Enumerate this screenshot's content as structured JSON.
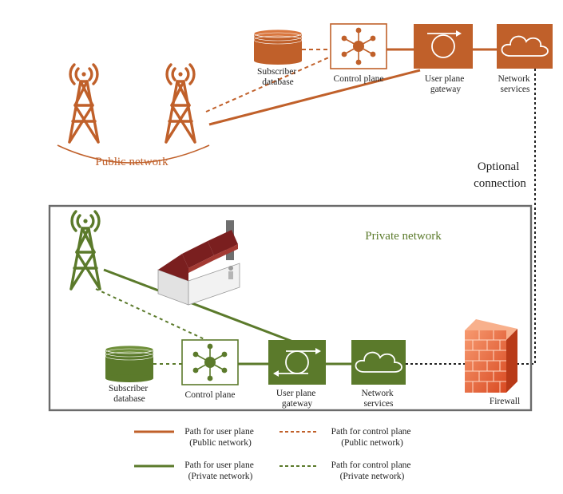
{
  "colors": {
    "public": "#c0602a",
    "private": "#5b7a2b",
    "frame": "#6b6b6b",
    "link": "#222222",
    "factory_roof": "#7a1f1f",
    "firewall": "#e8643c"
  },
  "public": {
    "network_label": "Public network",
    "subscriber_db": [
      "Subscriber",
      "database"
    ],
    "control_plane": "Control plane",
    "user_plane_gateway": [
      "User plane",
      "gateway"
    ],
    "network_services": [
      "Network",
      "services"
    ]
  },
  "optional_connection": [
    "Optional",
    "connection"
  ],
  "private": {
    "network_label": "Private network",
    "subscriber_db": [
      "Subscriber",
      "database"
    ],
    "control_plane": "Control plane",
    "user_plane_gateway": [
      "User plane",
      "gateway"
    ],
    "network_services": [
      "Network",
      "services"
    ],
    "firewall": "Firewall"
  },
  "legend": {
    "public_user": [
      "Path for user plane",
      "(Public network)"
    ],
    "public_control": [
      "Path for control plane",
      "(Public network)"
    ],
    "private_user": [
      "Path for user plane",
      "(Private network)"
    ],
    "private_control": [
      "Path for control plane",
      "(Private network)"
    ]
  }
}
